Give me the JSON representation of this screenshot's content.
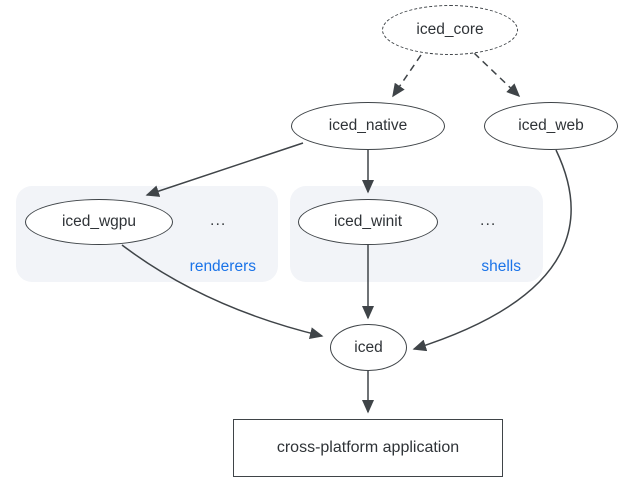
{
  "diagram": {
    "type": "dependency-graph",
    "nodes": {
      "iced_core": {
        "label": "iced_core",
        "shape": "ellipse",
        "border": "dashed"
      },
      "iced_native": {
        "label": "iced_native",
        "shape": "ellipse",
        "border": "solid"
      },
      "iced_web": {
        "label": "iced_web",
        "shape": "ellipse",
        "border": "solid"
      },
      "iced_wgpu": {
        "label": "iced_wgpu",
        "shape": "ellipse",
        "border": "solid"
      },
      "iced_winit": {
        "label": "iced_winit",
        "shape": "ellipse",
        "border": "solid"
      },
      "iced": {
        "label": "iced",
        "shape": "ellipse",
        "border": "solid"
      },
      "app": {
        "label": "cross-platform application",
        "shape": "rectangle",
        "border": "solid"
      }
    },
    "groups": {
      "renderers": {
        "label": "renderers",
        "ellipsis": "...",
        "contains": [
          "iced_wgpu"
        ]
      },
      "shells": {
        "label": "shells",
        "ellipsis": "...",
        "contains": [
          "iced_winit"
        ]
      }
    },
    "edges": [
      {
        "from": "iced_core",
        "to": "iced_native",
        "style": "dashed"
      },
      {
        "from": "iced_core",
        "to": "iced_web",
        "style": "dashed"
      },
      {
        "from": "iced_native",
        "to": "iced_wgpu",
        "style": "solid"
      },
      {
        "from": "iced_native",
        "to": "iced_winit",
        "style": "solid"
      },
      {
        "from": "iced_wgpu",
        "to": "iced",
        "style": "solid"
      },
      {
        "from": "iced_winit",
        "to": "iced",
        "style": "solid"
      },
      {
        "from": "iced_web",
        "to": "iced",
        "style": "solid"
      },
      {
        "from": "iced",
        "to": "app",
        "style": "solid"
      }
    ],
    "colors": {
      "stroke": "#3f4448",
      "node_text": "#2f3337",
      "group_fill": "#f2f4f8",
      "group_label": "#1a73e8",
      "background": "#ffffff"
    }
  }
}
